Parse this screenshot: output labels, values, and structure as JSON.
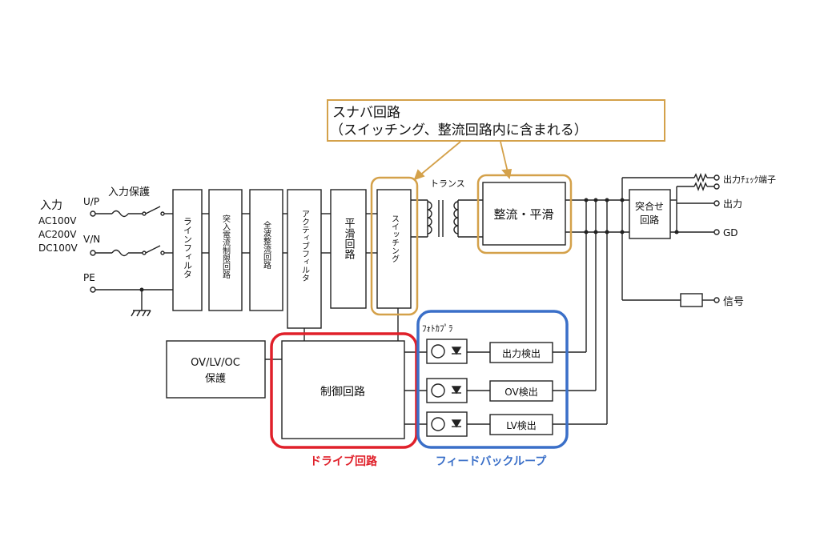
{
  "colors": {
    "snubber": "#d4a14a",
    "drive": "#e0202a",
    "feedback": "#3a6fc8",
    "line": "#222222"
  },
  "callout": {
    "title": "スナバ回路",
    "subtitle": "（スイッチング、整流回路内に含まれる）"
  },
  "inputs": {
    "input_label": "入力",
    "protection_label": "入力保護",
    "ac100": "AC100V",
    "ac200": "AC200V",
    "dc100": "DC100V",
    "up": "U/P",
    "vn": "V/N",
    "pe": "PE"
  },
  "blocks": {
    "line_filter": "ラインフィルタ",
    "inrush": "突入電流制限回路",
    "rectifier_full": "全波整流回路",
    "active_filter": "アクティブフィルタ",
    "smoothing": "平滑回路",
    "switching": "スイッチング",
    "transformer": "トランス",
    "rect_smooth": "整流・平滑",
    "combine_line1": "突合せ",
    "combine_line2": "回路",
    "protection_line1": "OV/LV/OC",
    "protection_line2": "保護",
    "control": "制御回路",
    "photocoupler": "ﾌｫﾄｶﾌﾟﾗ",
    "det_output": "出力検出",
    "det_ov": "OV検出",
    "det_lv": "LV検出"
  },
  "outputs": {
    "check": "出力ﾁｪｯｸ端子",
    "output": "出力",
    "gd": "GD",
    "signal": "信号"
  },
  "legend": {
    "drive": "ドライブ回路",
    "feedback": "フィードバックループ"
  }
}
